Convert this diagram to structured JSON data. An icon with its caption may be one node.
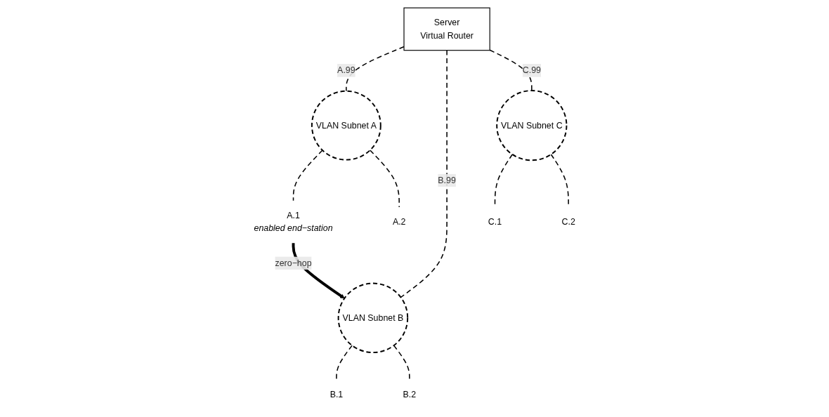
{
  "diagram": {
    "nodes": [
      {
        "text": [
          "Server",
          "Virtual Router"
        ]
      },
      {
        "text": [
          "VLAN Subnet A"
        ]
      },
      {
        "text": [
          "VLAN Subnet B"
        ]
      },
      {
        "text": [
          "VLAN Subnet C"
        ]
      },
      {
        "text": [
          "A.1"
        ],
        "beside": [
          "enabled end−station"
        ]
      },
      {
        "text": [
          "A.2"
        ]
      },
      {
        "text": [
          "B.1"
        ]
      },
      {
        "text": [
          "B.2"
        ]
      },
      {
        "text": [
          "C.1"
        ]
      },
      {
        "text": [
          "C.2"
        ]
      }
    ],
    "edges": [
      {
        "from": 0,
        "to": 1,
        "arrow": "none",
        "style": "dashed",
        "label": "A.99"
      },
      {
        "from": 0,
        "to": 2,
        "arrow": "none",
        "style": "dashed",
        "label": "B.99"
      },
      {
        "from": 0,
        "to": 3,
        "arrow": "none",
        "style": "dashed",
        "label": "C.99"
      },
      {
        "from": 1,
        "to": 4,
        "arrow": "none",
        "style": "dashed"
      },
      {
        "from": 1,
        "to": 5,
        "arrow": "none",
        "style": "dashed"
      },
      {
        "from": 2,
        "to": 6,
        "arrow": "none",
        "style": "dashed"
      },
      {
        "from": 2,
        "to": 7,
        "arrow": "none",
        "style": "dashed"
      },
      {
        "from": 3,
        "to": 8,
        "arrow": "none",
        "style": "dashed"
      },
      {
        "from": 3,
        "to": 9,
        "arrow": "none",
        "style": "dashed"
      },
      {
        "from": 4,
        "to": 2,
        "arrow": "to",
        "style": "thick",
        "label": "zero−hop"
      }
    ]
  }
}
